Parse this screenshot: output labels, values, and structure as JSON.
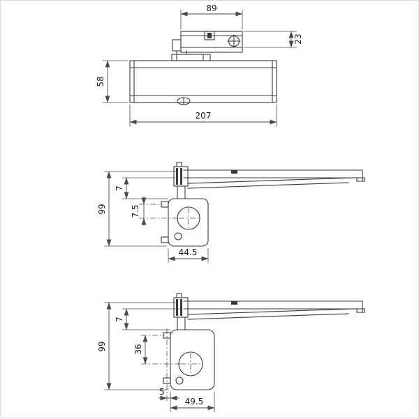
{
  "drawing": {
    "views": {
      "front": {
        "arm_bracket_width": "89",
        "bracket_depth": "23",
        "body_height": "58",
        "body_length": "207"
      },
      "plan_a": {
        "projection": "99",
        "arm_offset": "7",
        "hole_offset": "7.5",
        "body_depth": "44.5"
      },
      "plan_b": {
        "projection": "99",
        "arm_offset": "7",
        "hole_offset": "36",
        "edge_offset": "5",
        "body_depth": "49.5"
      }
    }
  }
}
